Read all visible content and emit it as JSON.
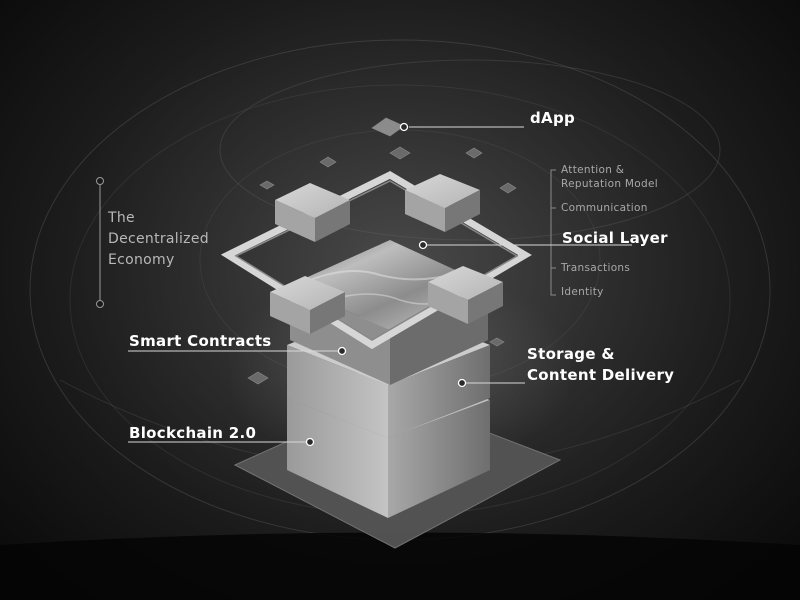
{
  "title_lines": [
    "The",
    "Decentralized",
    "Economy"
  ],
  "layers": {
    "dapp": "dApp",
    "social_layer": "Social Layer",
    "smart_contracts": "Smart Contracts",
    "storage_line1": "Storage &",
    "storage_line2": "Content Delivery",
    "blockchain": "Blockchain 2.0"
  },
  "social_sublabels": {
    "attention_line1": "Attention &",
    "attention_line2": "Reputation Model",
    "communication": "Communication",
    "transactions": "Transactions",
    "identity": "Identity"
  },
  "colors": {
    "background": "#1a1a1a",
    "label": "#ffffff",
    "muted_label": "#a8a8a8",
    "connector": "#c8c8c8"
  }
}
